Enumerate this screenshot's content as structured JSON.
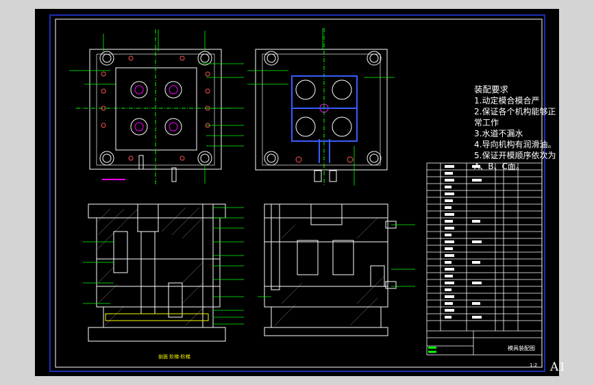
{
  "drawing": {
    "requirements_title": "装配要求",
    "requirements": [
      "1.动定模合模合严",
      "2.保证各个机构能够正常工作",
      "3.水道不漏水",
      "4.导向机构有润滑油。",
      "5.保证开模顺序依次为A、B、C面。"
    ],
    "title_block": {
      "drawing_name": "模具装配图",
      "scale": "1:2",
      "sheet_size": "A1"
    },
    "section_label": "剖面 阶梯-阶梯",
    "colors": {
      "background": "#000000",
      "outline": "#ffffff",
      "dimension": "#00ff00",
      "hidden": "#ff00ff",
      "water_channel": "#3a5cff",
      "hatching": "#ffffff",
      "border": "#1c2db8"
    }
  }
}
